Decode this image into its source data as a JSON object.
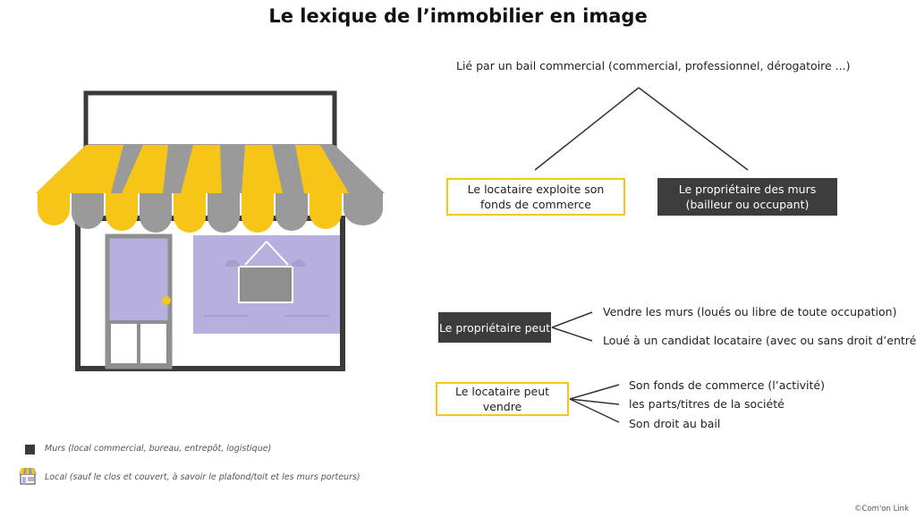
{
  "title": "Le lexique de l’immobilier en image",
  "bail": "Lié par un bail commercial (commercial, professionnel, dérogatoire ...)",
  "tenant_box": {
    "line1": "Le locataire exploite son",
    "line2": "fonds de commerce"
  },
  "owner_box": {
    "line1": "Le propriétaire des murs",
    "line2": "(bailleur ou occupant)"
  },
  "owner_can": {
    "label": "Le propriétaire peut",
    "options": [
      "Vendre les murs (loués ou libre de toute occupation)",
      "Loué à un candidat locataire (avec ou sans droit d’entrée)"
    ]
  },
  "tenant_can": {
    "label": "Le locataire peut vendre",
    "options": [
      "Son fonds de commerce (l’activité)",
      "les parts/titres de la société",
      "Son droit au bail"
    ]
  },
  "legend": {
    "walls": "Murs (local commercial, bureau, entrepôt, logistique)",
    "local": "Local (sauf le clos et couvert, à savoir le plafond/toit et les murs porteurs)"
  },
  "copyright": "©Com'on Link",
  "colors": {
    "yellow": "#f5c518",
    "gray": "#9a9a9a",
    "dark": "#3c3c3c",
    "lavender": "#b7b0de"
  },
  "icons": [
    "shop-illustration",
    "walls-square-icon",
    "shop-awning-icon"
  ]
}
